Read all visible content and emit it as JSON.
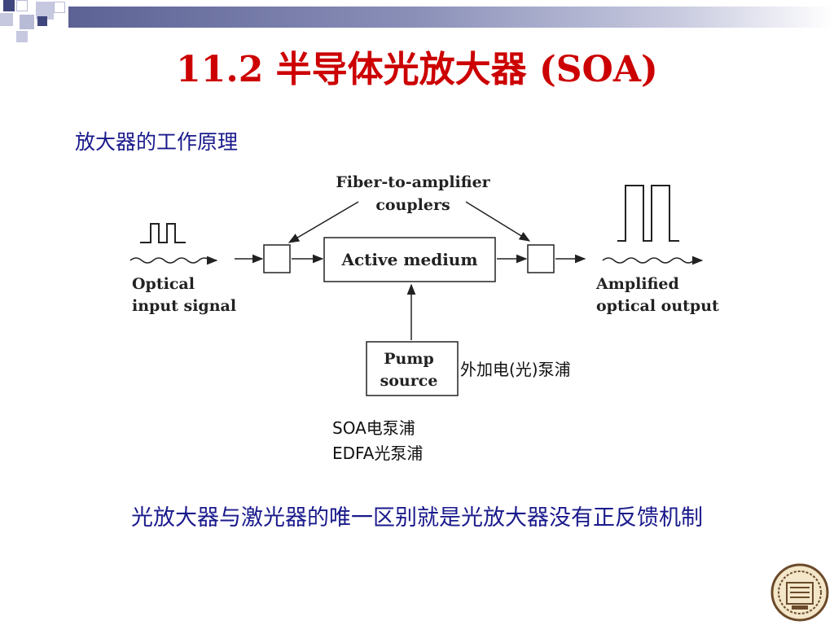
{
  "slide": {
    "title": "11.2 半导体光放大器 (SOA)",
    "subtitle": "放大器的工作原理",
    "diagram": {
      "couplers_label_line1": "Fiber-to-amplifier",
      "couplers_label_line2": "couplers",
      "active_medium": "Active medium",
      "input_label_line1": "Optical",
      "input_label_line2": "input signal",
      "output_label_line1": "Amplified",
      "output_label_line2": "optical output",
      "pump_line1": "Pump",
      "pump_line2": "source"
    },
    "pump_note": "外加电(光)泵浦",
    "soa_note": "SOA电泵浦",
    "edfa_note": "EDFA光泵浦",
    "bottom_note": "光放大器与激光器的唯一区别就是光放大器没有正反馈机制"
  },
  "colors": {
    "title": "#cc0000",
    "subtitle": "#1a1a8c",
    "accent_bar": "#5c6294",
    "square_dark": "#3f467d",
    "square_light": "#b8bbd6"
  }
}
